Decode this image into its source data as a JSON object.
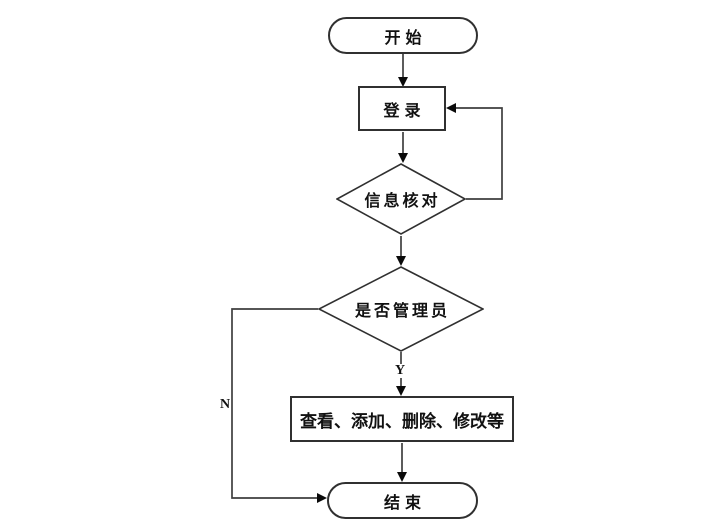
{
  "diagram": {
    "nodes": {
      "start": {
        "label": "开始",
        "shape": "terminator"
      },
      "login": {
        "label": "登录",
        "shape": "process"
      },
      "verify_info": {
        "label": "信息核对",
        "shape": "decision"
      },
      "is_admin": {
        "label": "是否管理员",
        "shape": "decision"
      },
      "admin_actions": {
        "label": "查看、添加、删除、修改等",
        "shape": "process"
      },
      "end": {
        "label": "结束",
        "shape": "terminator"
      }
    },
    "edge_labels": {
      "yes": "Y",
      "no": "N"
    },
    "colors": {
      "background": "#ffffff",
      "line": "#3f3f3f",
      "shape_border": "#303030",
      "arrowhead": "#0a0a0a",
      "text": "#111111"
    }
  }
}
